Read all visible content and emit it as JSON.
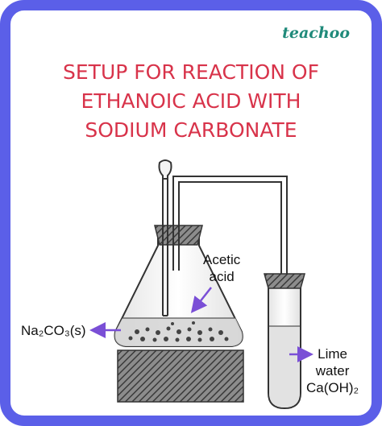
{
  "brand": {
    "name": "teachoo"
  },
  "title": {
    "line1": "SETUP FOR REACTION OF",
    "line2": "ETHANOIC ACID WITH",
    "line3": "SODIUM CARBONATE"
  },
  "labels": {
    "acetic_line1": "Acetic",
    "acetic_line2": "acid",
    "na2co3": "Na₂CO₃(s)",
    "lime_line1": "Lime",
    "lime_line2": "water",
    "lime_line3": "Ca(OH)₂"
  },
  "colors": {
    "border": "#5b5fe8",
    "title": "#d8334a",
    "brand": "#1f8a7a",
    "arrow": "#7a4fd6"
  }
}
